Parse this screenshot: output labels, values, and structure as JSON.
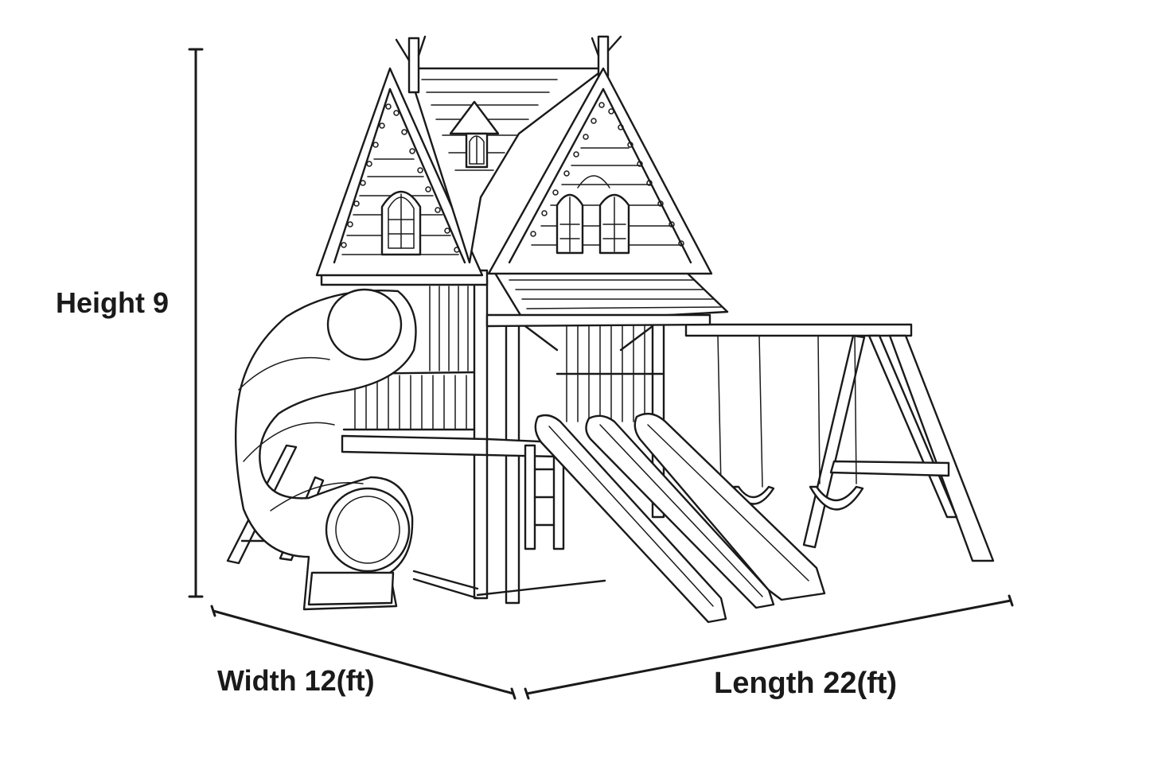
{
  "dimensions": {
    "height_label": "Height 9",
    "width_label": "Width 12(ft)",
    "length_label": "Length 22(ft)"
  },
  "figure": {
    "subject": "playset-line-drawing",
    "stroke_color": "#1a1a1a",
    "background_color": "#ffffff"
  }
}
